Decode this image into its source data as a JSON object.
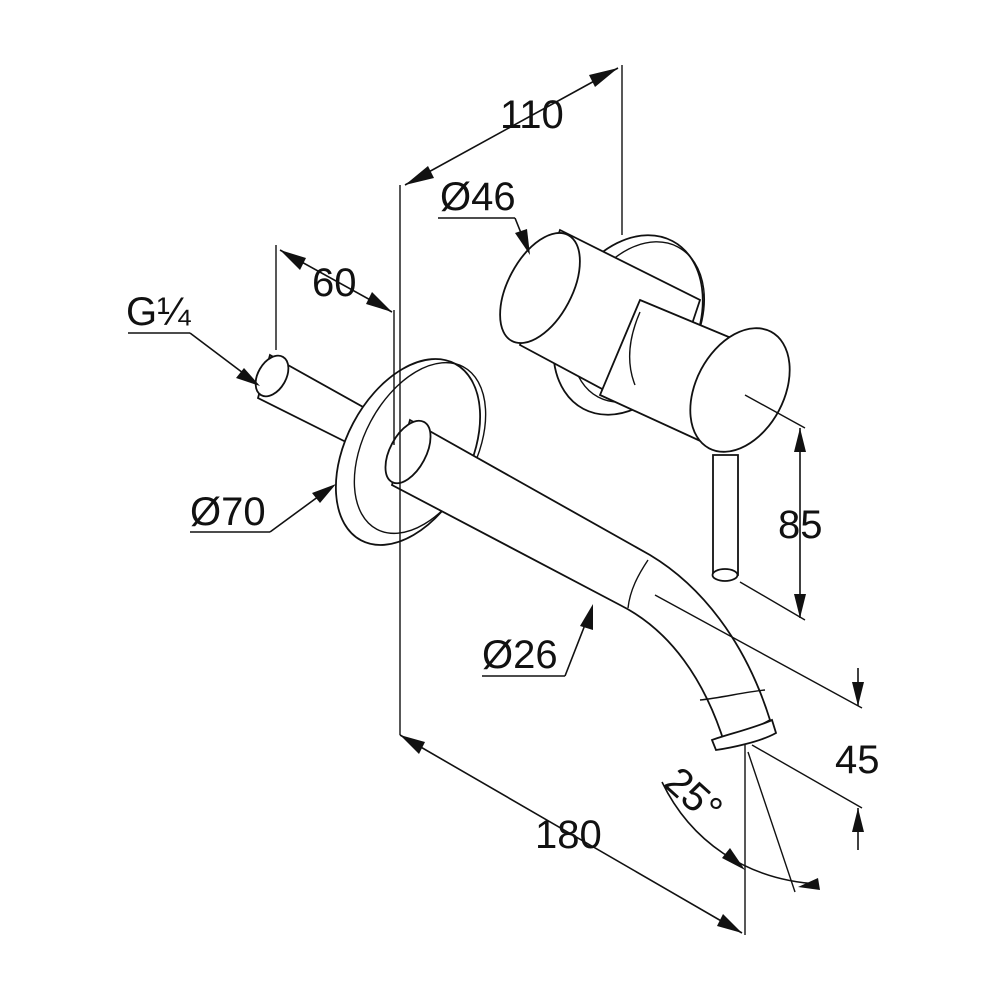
{
  "drawing": {
    "line_color": "#111111",
    "background": "#ffffff"
  },
  "dimensions": {
    "overall_depth": "110",
    "handle_diameter": "Ø46",
    "rosette_to_wall": "60",
    "thread": "G¼",
    "rosette_diameter": "Ø70",
    "spout_diameter": "Ø26",
    "handle_height": "85",
    "spout_height": "45",
    "spout_reach": "180",
    "spout_angle": "25°"
  }
}
